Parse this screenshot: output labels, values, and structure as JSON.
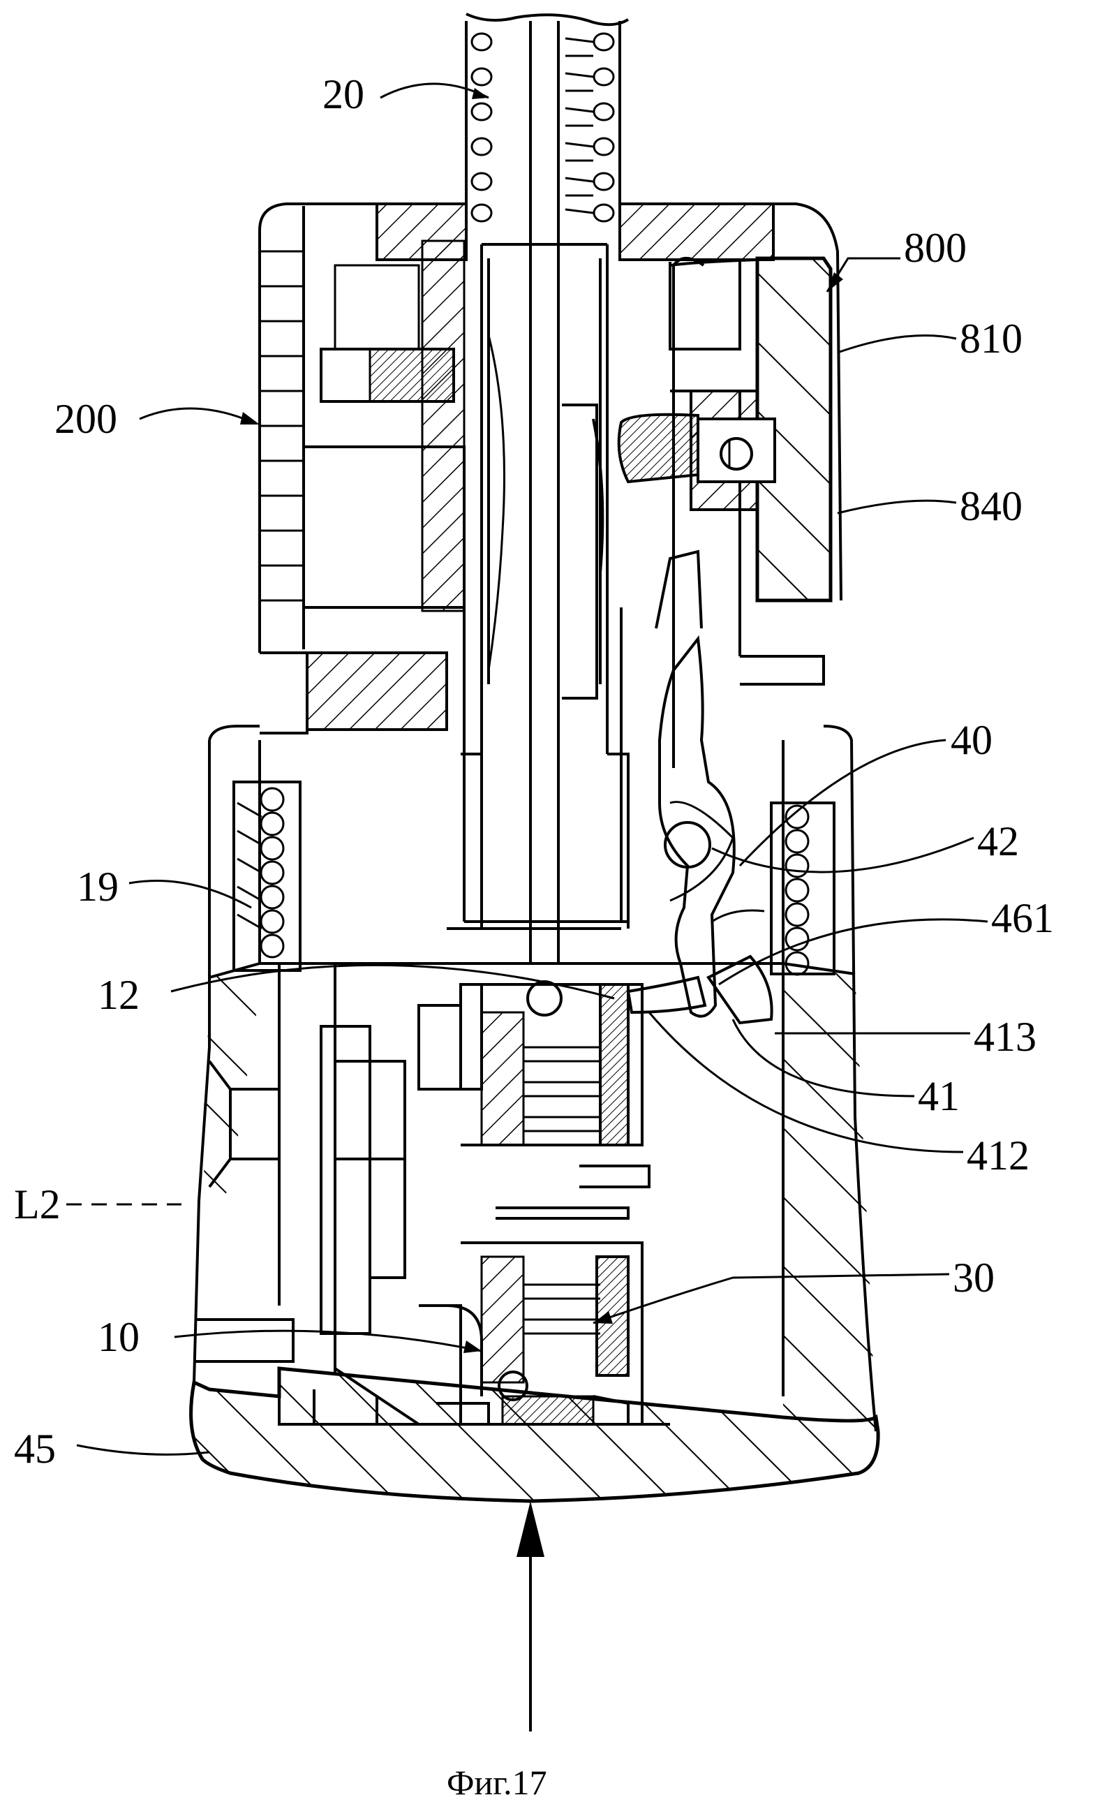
{
  "figure": {
    "caption": "Фиг.17",
    "labels": {
      "l20": "20",
      "l800": "800",
      "l810": "810",
      "l200": "200",
      "l840": "840",
      "l40": "40",
      "l42": "42",
      "l19": "19",
      "l461": "461",
      "l12": "12",
      "l413": "413",
      "l41": "41",
      "l412": "412",
      "lL2": "L2",
      "l30": "30",
      "l10": "10",
      "l45": "45"
    }
  }
}
